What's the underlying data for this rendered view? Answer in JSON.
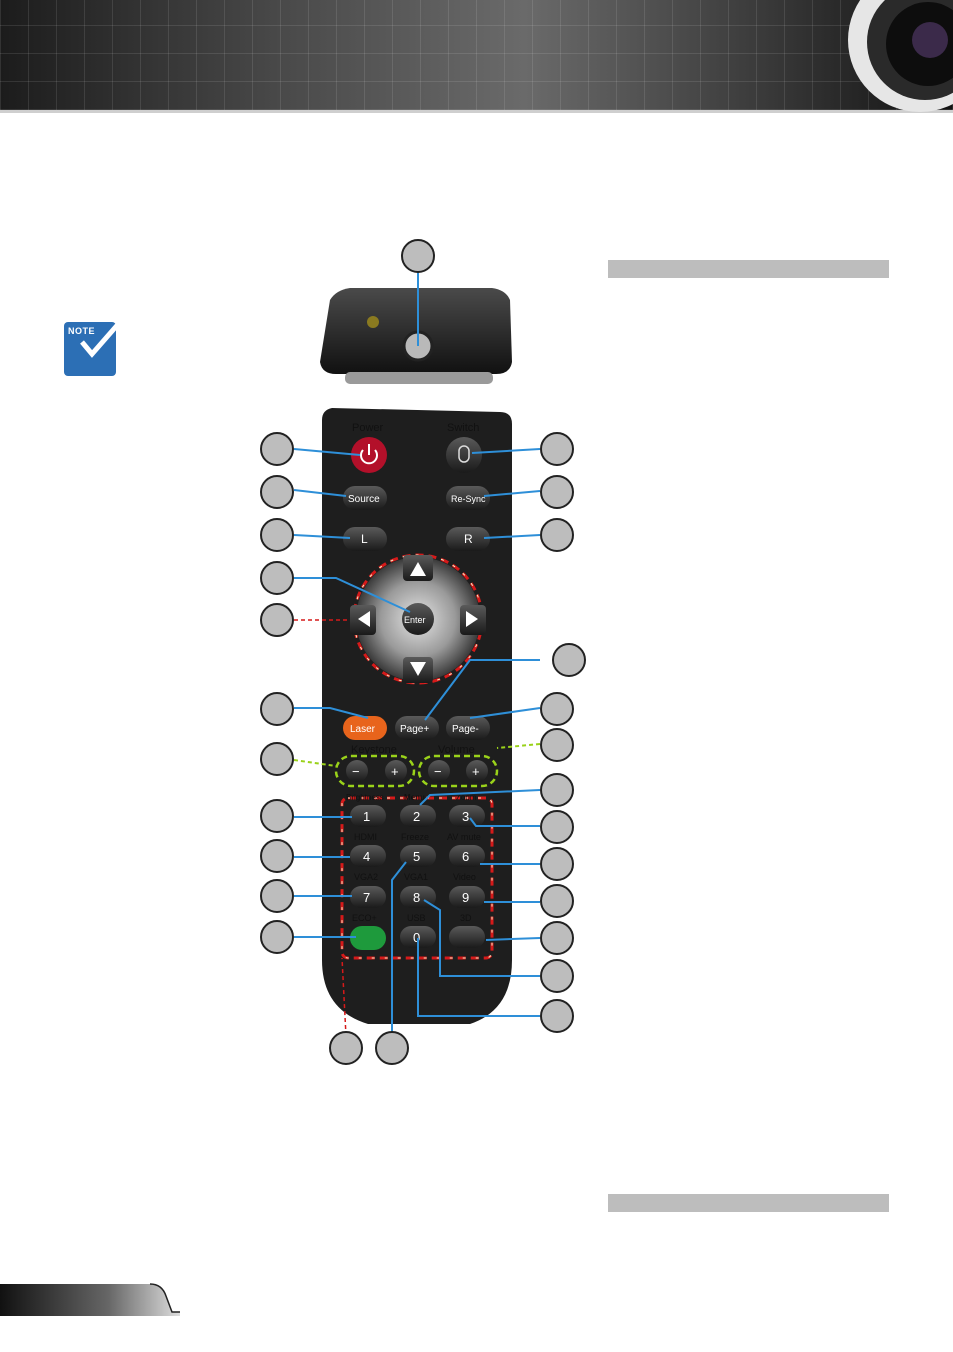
{
  "note": {
    "label": "Note"
  },
  "remote": {
    "top_labels": {
      "power": "Power",
      "switch": "Switch"
    },
    "buttons": {
      "source": "Source",
      "resync": "Re-Sync",
      "left": "L",
      "right": "R",
      "enter": "Enter",
      "laser": "Laser",
      "page_up": "Page+",
      "page_down": "Page-",
      "minus": "−",
      "plus": "+"
    },
    "group_labels": {
      "keystone": "Keystone",
      "volume": "Volume"
    },
    "keypad": {
      "row_labels": [
        [
          "Brightness",
          "Menu",
          "Zoom"
        ],
        [
          "HDMI",
          "Freeze",
          "AV mute"
        ],
        [
          "VGA2",
          "VGA1",
          "Video"
        ],
        [
          "ECO+",
          "USB",
          "3D"
        ]
      ],
      "keys": [
        [
          "1",
          "2",
          "3"
        ],
        [
          "4",
          "5",
          "6"
        ],
        [
          "7",
          "8",
          "9"
        ],
        [
          "",
          "0",
          ""
        ]
      ]
    }
  },
  "colors": {
    "header_dark": "#1c1c1c",
    "accent_blue": "#2e8fd8",
    "power_red": "#b3102a",
    "laser_orange": "#e8641c",
    "eco_green": "#1e9a3c",
    "dash_red": "#d61a1a",
    "dash_green": "#9ad21a",
    "note_blue": "#2c6fb5"
  }
}
